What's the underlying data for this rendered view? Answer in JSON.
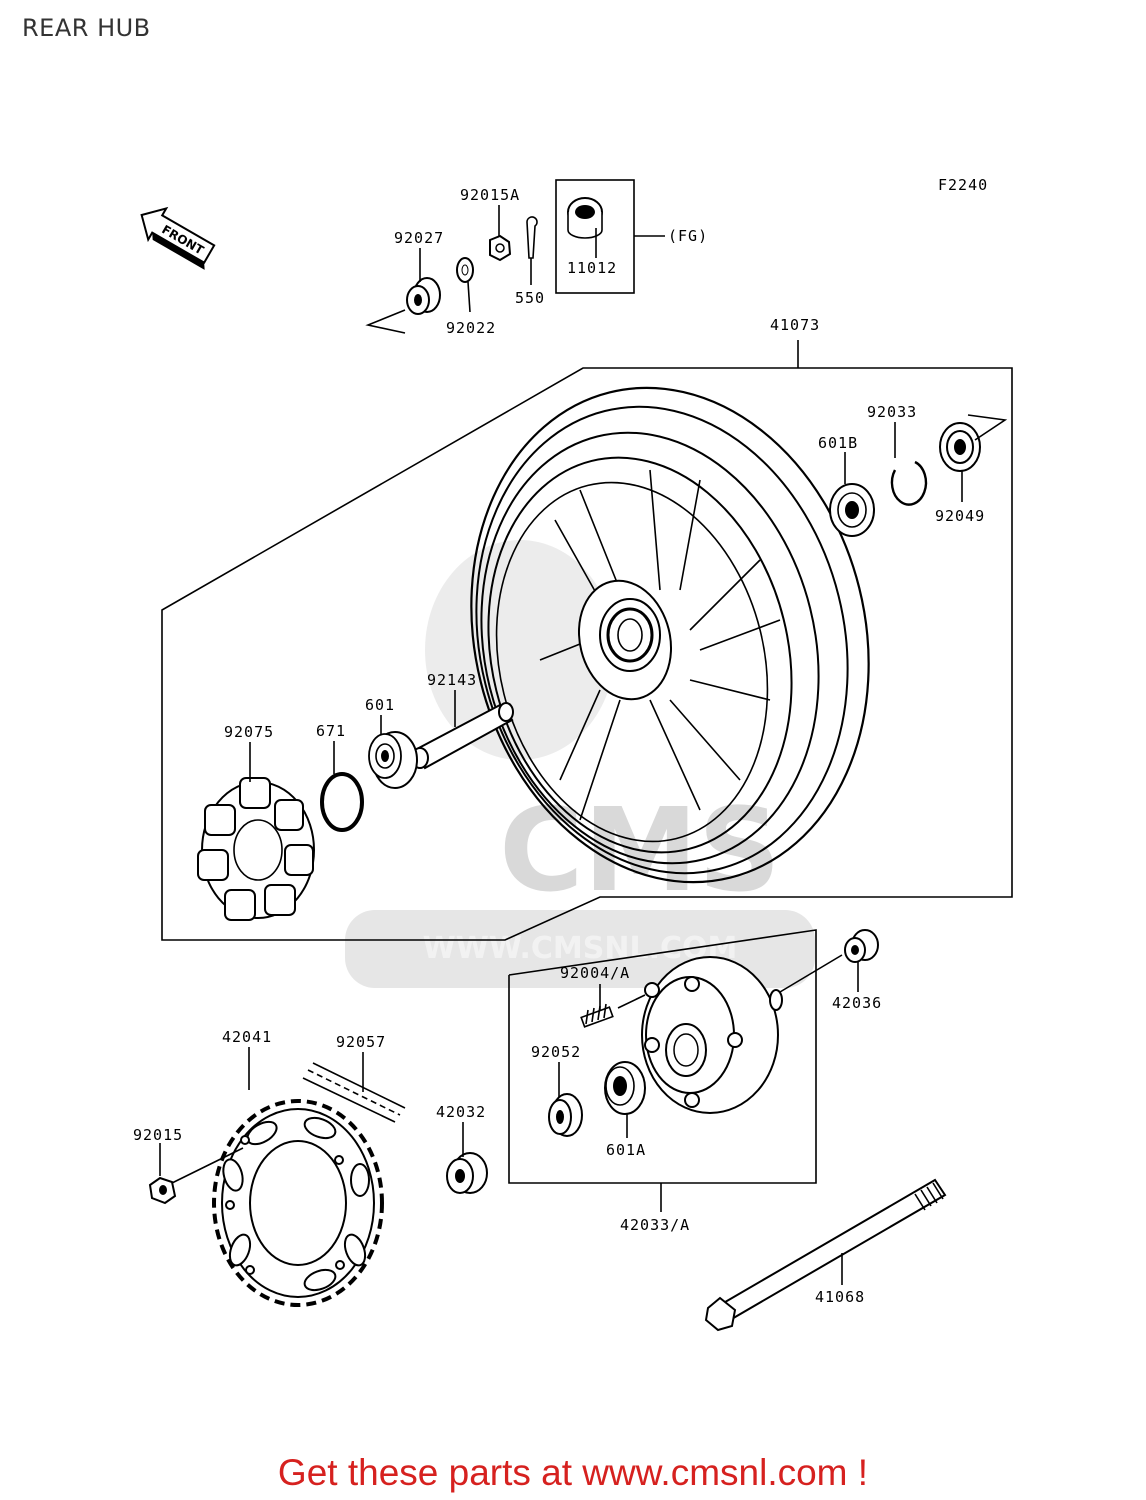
{
  "header": {
    "title": "REAR HUB"
  },
  "diagram": {
    "figure_code": "F2240",
    "front_arrow_text": "FRONT",
    "fg_note": "(FG)",
    "watermark": {
      "logo_text": "CMS",
      "url_text": "WWW.CMSNL.COM"
    },
    "labels": {
      "p92015A": "92015A",
      "p92027": "92027",
      "p550": "550",
      "p92022": "92022",
      "p11012": "11012",
      "p41073": "41073",
      "p92033": "92033",
      "p601B": "601B",
      "p92049": "92049",
      "p92143": "92143",
      "p601": "601",
      "p671": "671",
      "p92075": "92075",
      "p92004A": "92004/A",
      "p42036": "42036",
      "p42041": "42041",
      "p92057": "92057",
      "p92052": "92052",
      "p42032": "42032",
      "p92015": "92015",
      "p601A": "601A",
      "p42033A": "42033/A",
      "p41068": "41068"
    }
  },
  "footer": {
    "promo_text": "Get these parts at www.cmsnl.com !"
  }
}
